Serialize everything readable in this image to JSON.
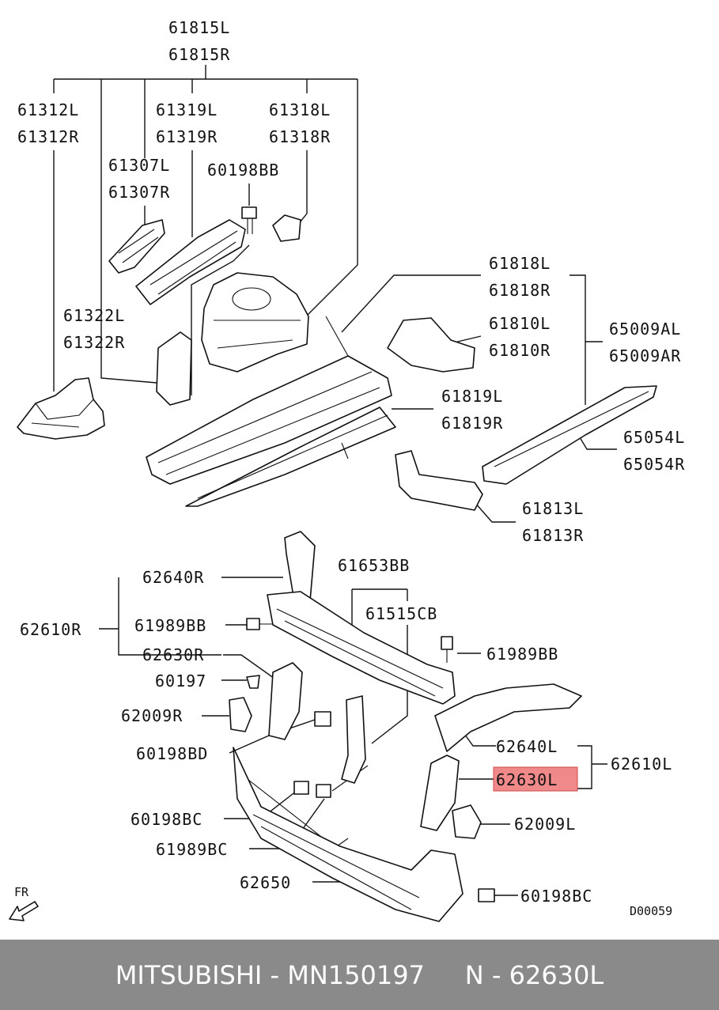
{
  "diagram": {
    "labels": {
      "l61815L": "61815L",
      "l61815R": "61815R",
      "l61312L": "61312L",
      "l61312R": "61312R",
      "l61319L": "61319L",
      "l61319R": "61319R",
      "l61318L": "61318L",
      "l61318R": "61318R",
      "l61307L": "61307L",
      "l61307R": "61307R",
      "l60198BB": "60198BB",
      "l61322L": "61322L",
      "l61322R": "61322R",
      "l61818L": "61818L",
      "l61818R": "61818R",
      "l61810L": "61810L",
      "l61810R": "61810R",
      "l65009AL": "65009AL",
      "l65009AR": "65009AR",
      "l61819L": "61819L",
      "l61819R": "61819R",
      "l65054L": "65054L",
      "l65054R": "65054R",
      "l61813L": "61813L",
      "l61813R": "61813R",
      "l62640R": "62640R",
      "l61653BB": "61653BB",
      "l62610R": "62610R",
      "l61515CB": "61515CB",
      "l61989BB_left": "61989BB",
      "l61989BB_right": "61989BB",
      "l62630R": "62630R",
      "l60197": "60197",
      "l62009R": "62009R",
      "l60198BD": "60198BD",
      "l62640L": "62640L",
      "l62610L": "62610L",
      "l62630L": "62630L",
      "l62009L": "62009L",
      "l60198BC_a": "60198BC",
      "l61989BC": "61989BC",
      "l62650": "62650",
      "l60198BC_b": "60198BC",
      "fr": "FR",
      "drawing_ref": "D00059"
    },
    "highlight_color": "#f08a8a"
  },
  "footer": {
    "text": "MITSUBISHI - MN150197     N - 62630L"
  }
}
